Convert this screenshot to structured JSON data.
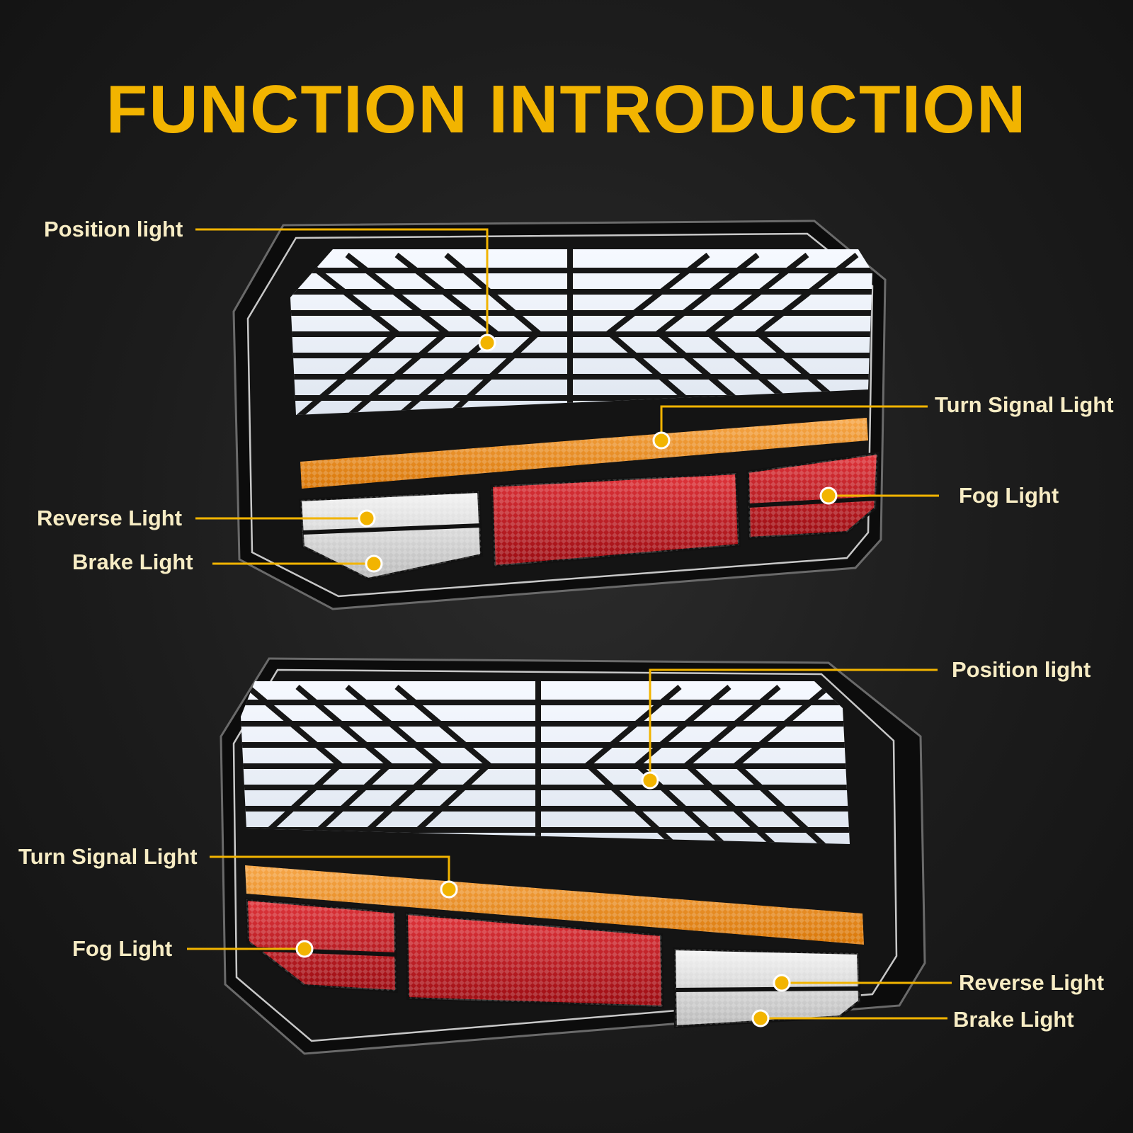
{
  "title": "FUNCTION INTRODUCTION",
  "colors": {
    "accent": "#f2b400",
    "label_text": "#f7ecc4",
    "white_panel": "#eef3fa",
    "amber": "#f2941e",
    "red": "#c8141e",
    "housing": "#0d0d0d"
  },
  "top_lamp": {
    "labels": {
      "position": "Position light",
      "turn": "Turn Signal Light",
      "fog": "Fog Light",
      "reverse": "Reverse Light",
      "brake": "Brake Light"
    }
  },
  "bottom_lamp": {
    "labels": {
      "position": "Position light",
      "turn": "Turn Signal Light",
      "fog": "Fog Light",
      "reverse": "Reverse Light",
      "brake": "Brake Light"
    }
  }
}
